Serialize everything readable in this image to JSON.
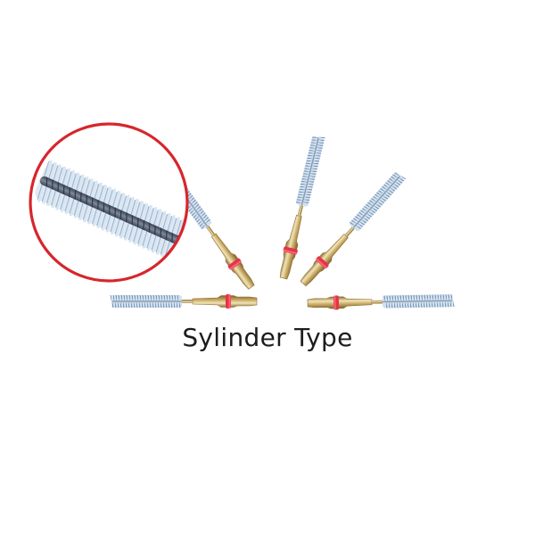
{
  "caption": "Sylinder Type",
  "colors": {
    "brass_light": "#efe2b6",
    "brass_mid": "#cdb06a",
    "brass_dark": "#8d6f33",
    "ring": "#e8324a",
    "bristle": "#a9c7e4",
    "bristle_dark": "#5f7fa3",
    "wire": "#6b7687",
    "zoom_circle": "#d6262c"
  },
  "brushes": [
    {
      "name": "brush-left-horizontal"
    },
    {
      "name": "brush-upper-left"
    },
    {
      "name": "brush-top"
    },
    {
      "name": "brush-right-upper"
    },
    {
      "name": "brush-right-horizontal"
    }
  ],
  "icons": [
    "interdental-brush-icon",
    "magnifier-circle-icon"
  ]
}
